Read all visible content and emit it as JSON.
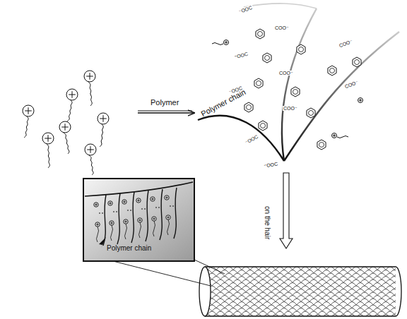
{
  "diagram": {
    "labels": [
      "Polymer",
      "Polymer chain",
      "on the hair",
      "Polymer chain",
      "⁻OOC",
      "COO⁻",
      "⁻OOC",
      "COO⁻",
      "⁻OOC",
      "COO⁻",
      "⁻OOC",
      "COO⁻",
      "COO⁻",
      "⁻OOC"
    ]
  }
}
